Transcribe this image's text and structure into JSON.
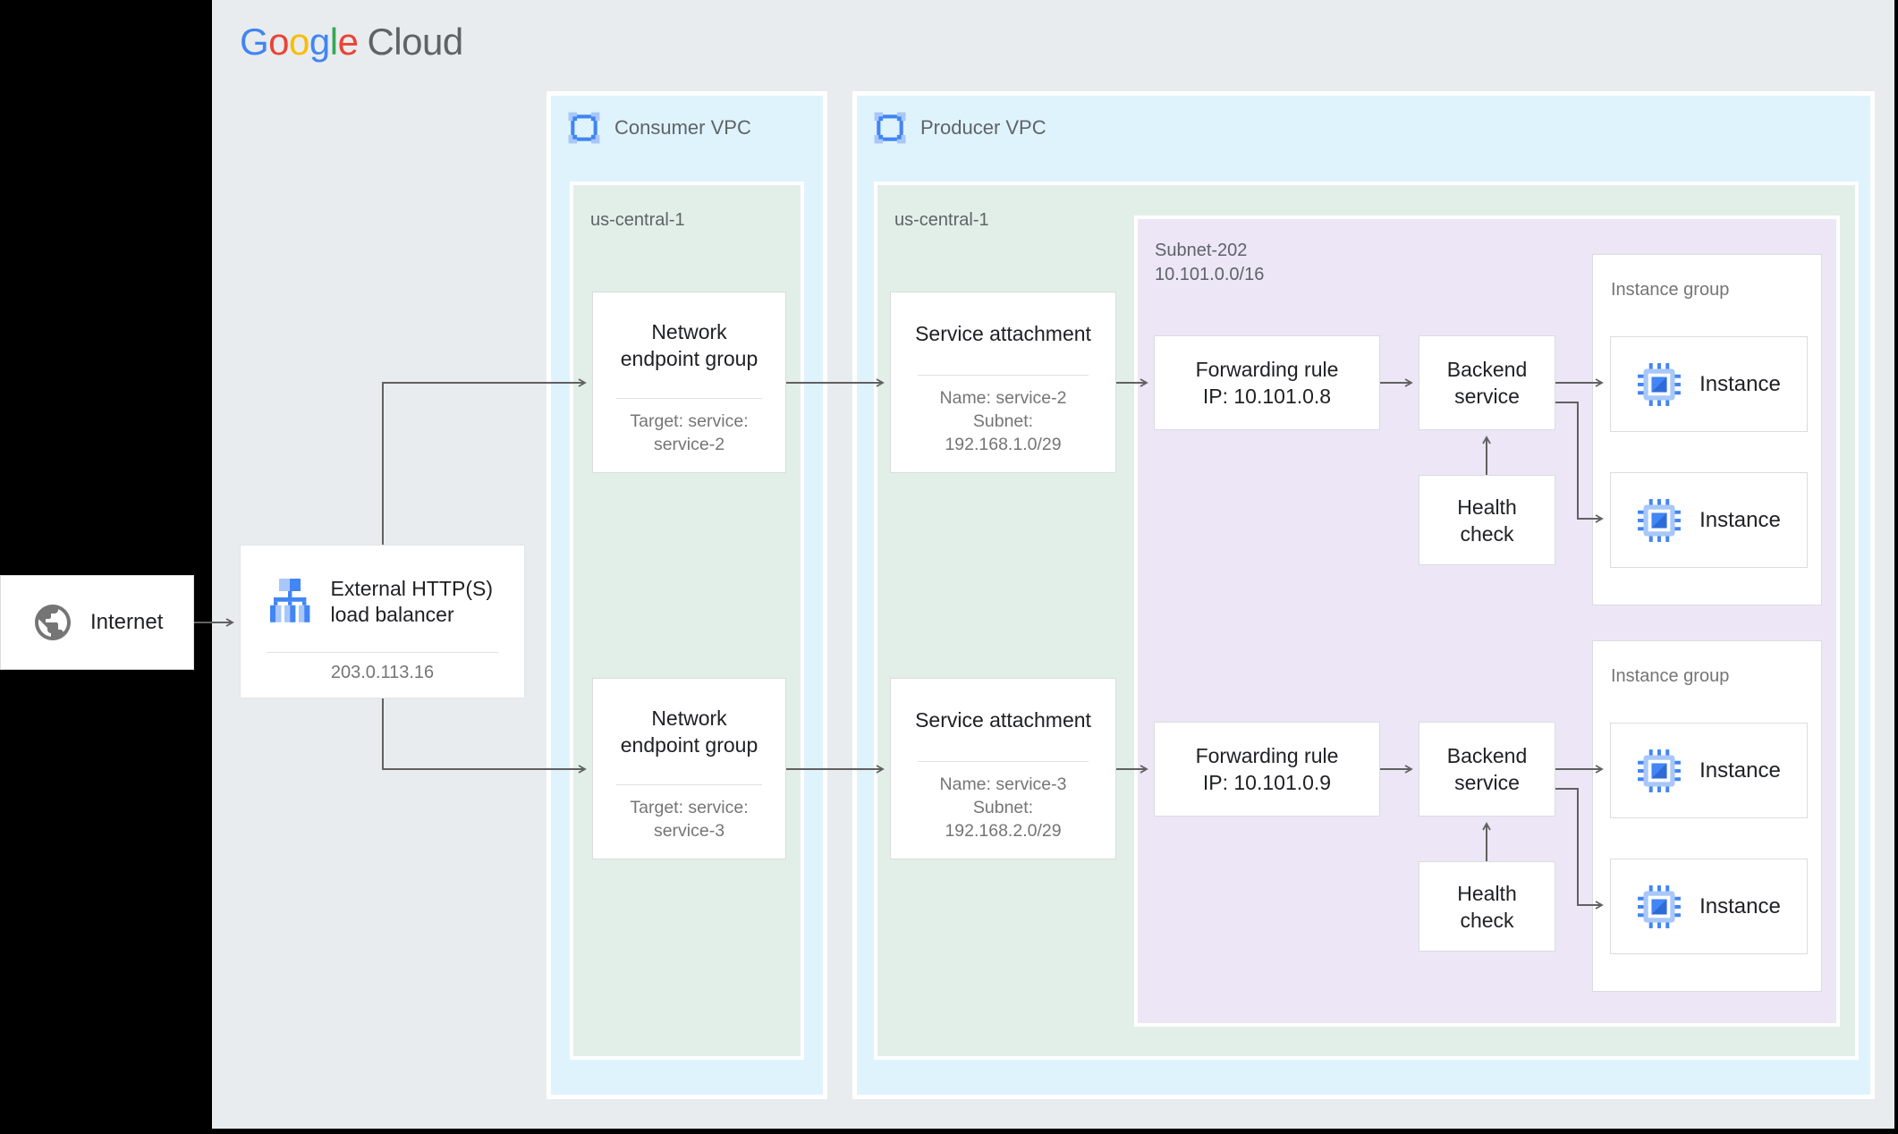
{
  "brand": {
    "letters": [
      "G",
      "o",
      "o",
      "g",
      "l",
      "e"
    ],
    "letter_colors": [
      "#4285F4",
      "#EA4335",
      "#FBBC04",
      "#4285F4",
      "#34A853",
      "#EA4335"
    ],
    "cloud": "Cloud"
  },
  "internet": {
    "label": "Internet"
  },
  "load_balancer": {
    "title": "External HTTP(S) load balancer",
    "ip": "203.0.113.16"
  },
  "consumer_vpc": {
    "label": "Consumer VPC",
    "region": {
      "label": "us-central-1"
    }
  },
  "producer_vpc": {
    "label": "Producer VPC",
    "region": {
      "label": "us-central-1"
    },
    "subnet": {
      "name": "Subnet-202",
      "cidr": "10.101.0.0/16"
    }
  },
  "negs": [
    {
      "title": "Network endpoint group",
      "lines": [
        "Target: service:",
        "service-2"
      ]
    },
    {
      "title": "Network endpoint group",
      "lines": [
        "Target: service:",
        "service-3"
      ]
    }
  ],
  "service_attachments": [
    {
      "title": "Service attachment",
      "lines": [
        "Name: service-2",
        "Subnet:",
        "192.168.1.0/29"
      ]
    },
    {
      "title": "Service attachment",
      "lines": [
        "Name: service-3",
        "Subnet:",
        "192.168.2.0/29"
      ]
    }
  ],
  "forwarding_rules": [
    {
      "title": "Forwarding rule",
      "ip": "IP: 10.101.0.8"
    },
    {
      "title": "Forwarding rule",
      "ip": "IP: 10.101.0.9"
    }
  ],
  "backend_services": [
    {
      "title": "Backend service"
    },
    {
      "title": "Backend service"
    }
  ],
  "health_checks": [
    {
      "title": "Health check"
    },
    {
      "title": "Health check"
    }
  ],
  "instance_groups": [
    {
      "label": "Instance group",
      "instances": [
        {
          "label": "Instance"
        },
        {
          "label": "Instance"
        }
      ]
    },
    {
      "label": "Instance group",
      "instances": [
        {
          "label": "Instance"
        },
        {
          "label": "Instance"
        }
      ]
    }
  ],
  "colors": {
    "canvas": "#E8ECEF",
    "vpc_fill": "#DFF3FD",
    "zone_fill": "#E2EFE8",
    "subnet_fill": "#ECE6F6",
    "card_border": "#DADCE0",
    "arrow": "#616161",
    "blue": "#4285F4",
    "light_blue": "#A8C7FA",
    "text_primary": "#202124",
    "text_secondary": "#757575"
  }
}
